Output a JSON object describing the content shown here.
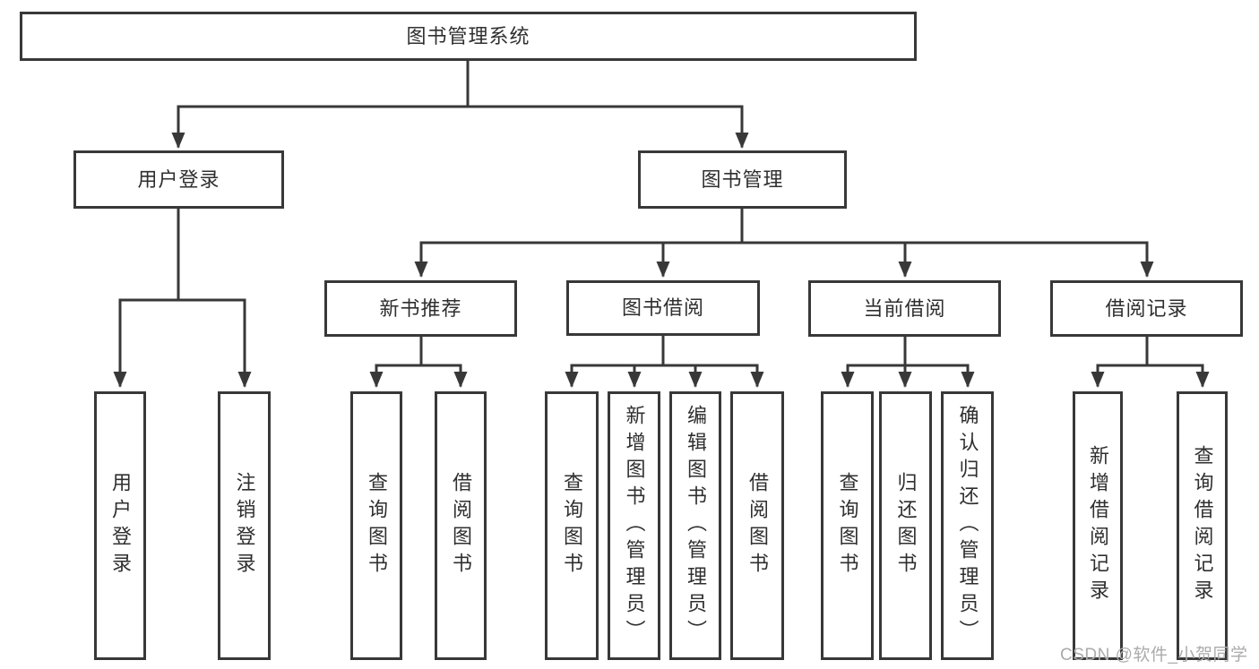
{
  "nodes": {
    "root": {
      "label": "图书管理系统"
    },
    "user_login": {
      "label": "用户登录"
    },
    "book_management": {
      "label": "图书管理"
    },
    "new_book_recommend": {
      "label": "新书推荐"
    },
    "book_borrowing": {
      "label": "图书借阅"
    },
    "current_borrowing": {
      "label": "当前借阅"
    },
    "borrowing_records": {
      "label": "借阅记录"
    },
    "login_user": {
      "label": "用户登录"
    },
    "logout": {
      "label": "注销登录"
    },
    "query_books_recommend": {
      "label": "查询图书"
    },
    "borrow_books_recommend": {
      "label": "借阅图书"
    },
    "query_books_borrowing": {
      "label": "查询图书"
    },
    "add_books_admin": {
      "label": "新增图书（管理员）"
    },
    "edit_books_admin": {
      "label": "编辑图书（管理员）"
    },
    "borrow_books_borrowing": {
      "label": "借阅图书"
    },
    "query_books_current": {
      "label": "查询图书"
    },
    "return_books": {
      "label": "归还图书"
    },
    "confirm_return_admin": {
      "label": "确认归还（管理员）"
    },
    "add_borrow_record": {
      "label": "新增借阅记录"
    },
    "query_borrow_record": {
      "label": "查询借阅记录"
    }
  },
  "hierarchy": {
    "图书管理系统": {
      "用户登录": [
        "用户登录",
        "注销登录"
      ],
      "图书管理": {
        "新书推荐": [
          "查询图书",
          "借阅图书"
        ],
        "图书借阅": [
          "查询图书",
          "新增图书（管理员）",
          "编辑图书（管理员）",
          "借阅图书"
        ],
        "当前借阅": [
          "查询图书",
          "归还图书",
          "确认归还（管理员）"
        ],
        "借阅记录": [
          "新增借阅记录",
          "查询借阅记录"
        ]
      }
    }
  },
  "watermark": {
    "text": "CSDN @软件_小贺同学"
  },
  "colors": {
    "line": "#383838",
    "box_border": "#383838",
    "text": "#2f2f2f",
    "watermark": "#ababab",
    "background": "#ffffff"
  }
}
